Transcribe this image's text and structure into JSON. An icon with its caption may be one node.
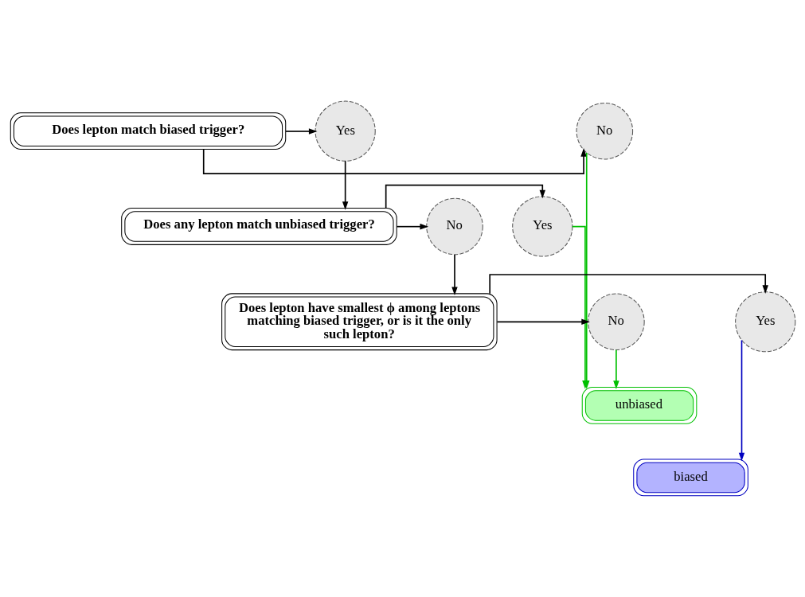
{
  "diagram": {
    "nodes": [
      {
        "text": [
          "Does lepton match biased trigger?"
        ]
      },
      {
        "text": [
          "Yes"
        ]
      },
      {
        "text": [
          "No"
        ]
      },
      {
        "text": [
          "Does any lepton match unbiased trigger?"
        ]
      },
      {
        "text": [
          "Yes"
        ]
      },
      {
        "text": [
          "No"
        ]
      },
      {
        "text": [
          "Does lepton have smallest ϕ among leptons matching biased trigger, or is it the only such lepton?"
        ]
      },
      {
        "text": [
          "Yes"
        ]
      },
      {
        "text": [
          "No"
        ]
      },
      {
        "text": [
          "unbiased"
        ]
      },
      {
        "text": [
          "biased"
        ]
      }
    ],
    "edges": [
      {
        "from": 0,
        "to": 1,
        "arrow": "to"
      },
      {
        "from": 0,
        "to": 2,
        "arrow": "to"
      },
      {
        "from": 1,
        "to": 3,
        "arrow": "to"
      },
      {
        "from": 3,
        "to": 4,
        "arrow": "to"
      },
      {
        "from": 3,
        "to": 5,
        "arrow": "to"
      },
      {
        "from": 5,
        "to": 6,
        "arrow": "to"
      },
      {
        "from": 6,
        "to": 7,
        "arrow": "to"
      },
      {
        "from": 6,
        "to": 8,
        "arrow": "to"
      },
      {
        "from": 8,
        "to": 9,
        "arrow": "to",
        "color": "#00c000"
      },
      {
        "from": 4,
        "to": 9,
        "arrow": "to",
        "color": "#00c000"
      },
      {
        "from": 2,
        "to": 9,
        "arrow": "to",
        "color": "#00c000"
      },
      {
        "from": 7,
        "to": 10,
        "arrow": "to",
        "color": "#0000c0"
      }
    ]
  }
}
